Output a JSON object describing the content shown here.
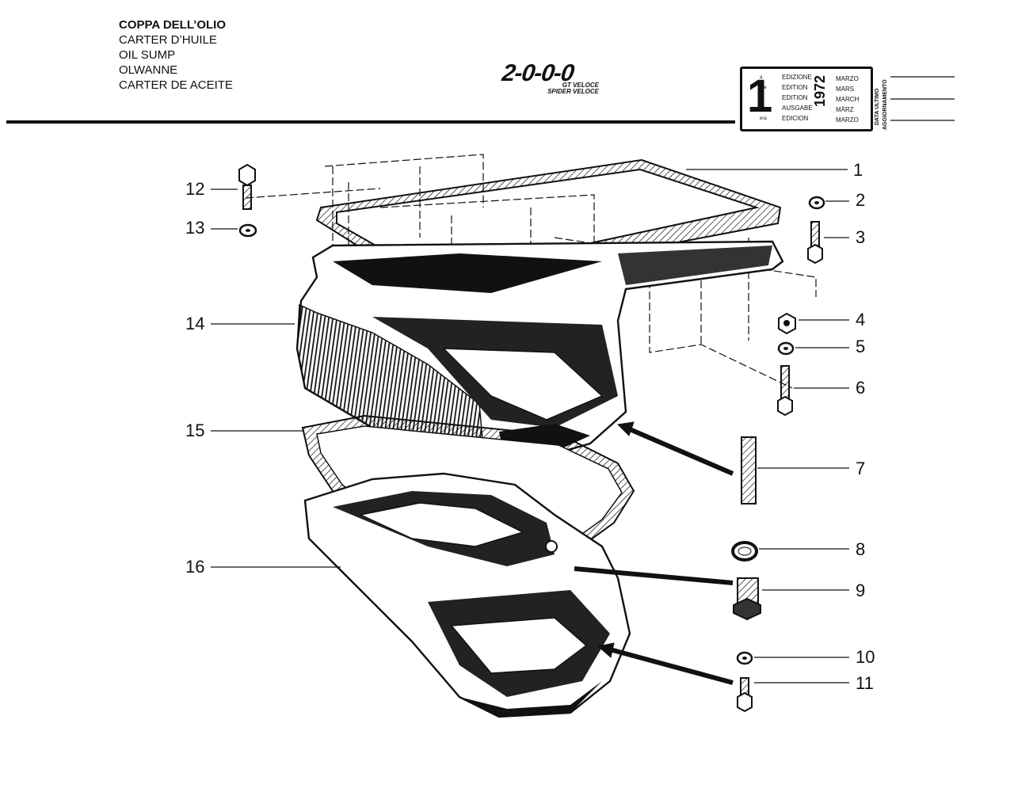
{
  "header": {
    "titles": [
      "COPPA DELL’OLIO",
      "CARTER D’HUILE",
      "OIL SUMP",
      "OLWANNE",
      "CARTER DE ACEITE"
    ],
    "logo": {
      "text": "2-0-0-0",
      "line1": "GT VELOCE",
      "line2": "SPIDER VELOCE"
    }
  },
  "edition_box": {
    "number": "1",
    "suffixes": [
      "a",
      "ère",
      "st",
      ".",
      "era"
    ],
    "editions": [
      "EDIZIONE",
      "EDITION",
      "EDITION",
      "AUSGABE",
      "EDICION"
    ],
    "year": "1972",
    "months": [
      "MARZO",
      "MARS",
      "MARCH",
      "MÄRZ",
      "MARZO"
    ],
    "update_label_1": "DATA ULTIMO",
    "update_label_2": "AGGIORNAMENTO"
  },
  "callouts": [
    "1",
    "2",
    "3",
    "4",
    "5",
    "6",
    "7",
    "8",
    "9",
    "10",
    "11",
    "12",
    "13",
    "14",
    "15",
    "16"
  ]
}
